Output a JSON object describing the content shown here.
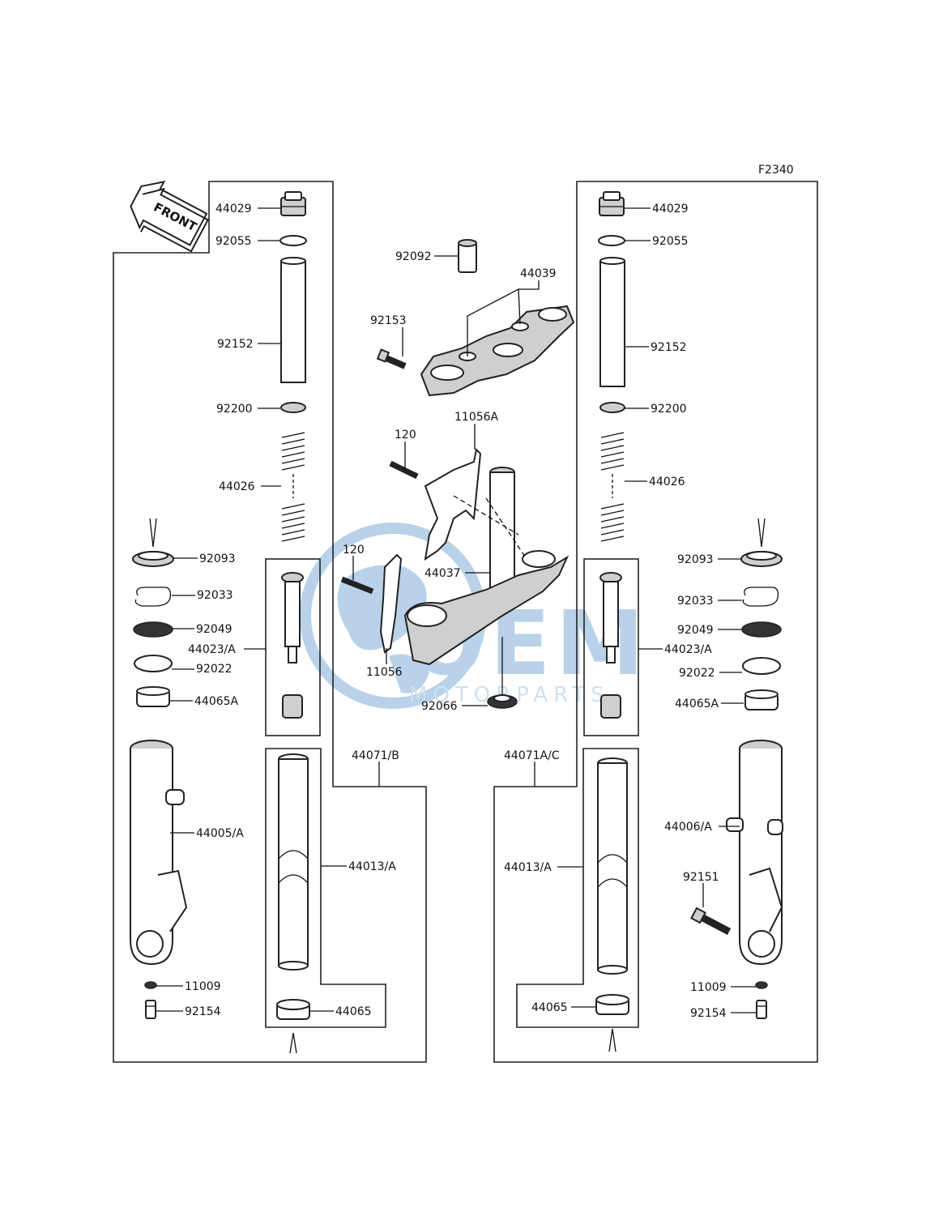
{
  "figure_code": "F2340",
  "front_marker": "FRONT",
  "watermark": {
    "brand": "OEM",
    "tagline": "MOTORPARTS"
  },
  "labels": {
    "l_44029": "44029",
    "l_92055": "92055",
    "l_92152": "92152",
    "l_92200": "92200",
    "l_44026": "44026",
    "l_92093": "92093",
    "l_92033": "92033",
    "l_92049": "92049",
    "l_44023": "44023/A",
    "l_92022": "92022",
    "l_44065A": "44065A",
    "l_44005": "44005/A",
    "l_11009": "11009",
    "l_92154": "92154",
    "l_44013": "44013/A",
    "l_44065": "44065",
    "l_44071B": "44071/B",
    "c_92092": "92092",
    "c_44039": "44039",
    "c_92153": "92153",
    "c_11056A": "11056A",
    "c_120a": "120",
    "c_120b": "120",
    "c_44037": "44037",
    "c_11056": "11056",
    "c_92066": "92066",
    "r_44029": "44029",
    "r_92055": "92055",
    "r_92152": "92152",
    "r_92200": "92200",
    "r_44026": "44026",
    "r_92093": "92093",
    "r_92033": "92033",
    "r_92049": "92049",
    "r_44023": "44023/A",
    "r_92022": "92022",
    "r_44065A": "44065A",
    "r_44006": "44006/A",
    "r_92151": "92151",
    "r_11009": "11009",
    "r_92154": "92154",
    "r_44013": "44013/A",
    "r_44065": "44065",
    "r_44071AC": "44071A/C"
  }
}
